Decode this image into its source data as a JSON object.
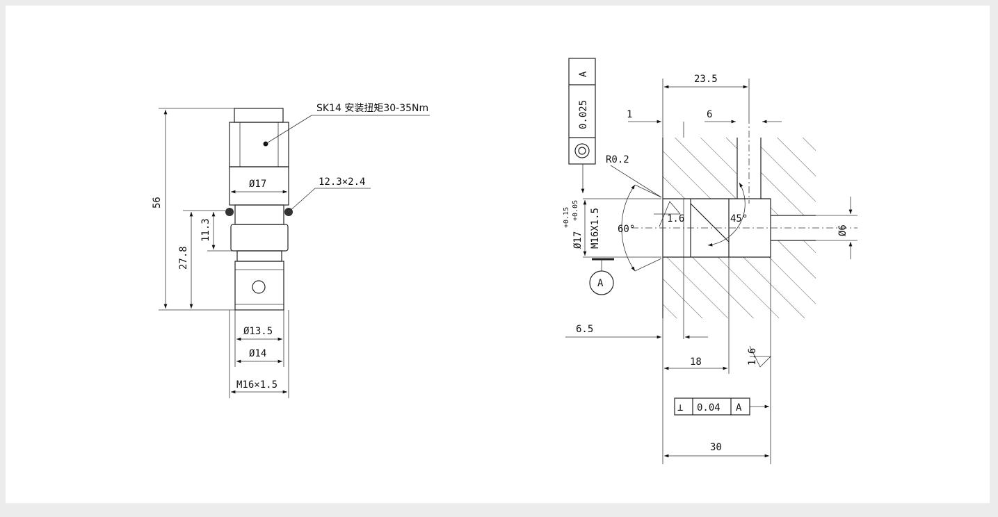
{
  "left_view": {
    "dims": {
      "overall": "56",
      "lower": "27.8",
      "neck": "11.3",
      "dia17": "Ø17",
      "dia13_5": "Ø13.5",
      "dia14": "Ø14",
      "thread": "M16×1.5"
    },
    "notes": {
      "torque": "SK14 安装扭矩30-35Nm",
      "oring": "12.3×2.4"
    }
  },
  "right_view": {
    "dims": {
      "d23_5": "23.5",
      "d1": "1",
      "d6": "6",
      "radius": "R0.2",
      "angle60": "60°",
      "angle45": "45°",
      "thread": "M16X1.5",
      "bore": "Ø17",
      "tol_upper": "+0.15",
      "tol_lower": "+0.05",
      "d_dia6": "Ø6",
      "d6_5": "6.5",
      "d18": "18",
      "d30": "30"
    },
    "datum": "A",
    "roughness": {
      "bore": "1.6",
      "face": "1.6"
    },
    "perpendicularity": {
      "symbol": "⊥",
      "value": "0.04",
      "datum": "A"
    },
    "flatness": {
      "value": "0.025",
      "datum": "A"
    }
  }
}
